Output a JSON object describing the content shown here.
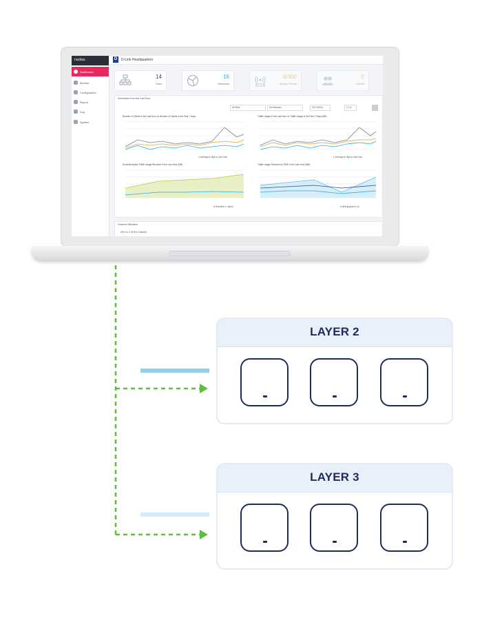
{
  "app": {
    "brand": "nuclias",
    "site_title": "D-Link Headquarters"
  },
  "sidebar": {
    "items": [
      {
        "label": "Dashboard",
        "active": true
      },
      {
        "label": "Monitor"
      },
      {
        "label": "Configuration"
      },
      {
        "label": "Report"
      },
      {
        "label": "Log"
      },
      {
        "label": "System"
      }
    ]
  },
  "stats": [
    {
      "value": "14",
      "label": "Sites"
    },
    {
      "value": "16",
      "label": "Networks"
    },
    {
      "value": "0/300",
      "label": "Access Points"
    },
    {
      "value": "0",
      "label": "Clients"
    }
  ],
  "panel": {
    "title": "Information from the Last Hour",
    "filter_site": "All Sites",
    "filter_network": "All Networks",
    "date": "2017/03/10",
    "time": "17:11"
  },
  "charts": [
    {
      "title": "Number of Clients in the Last Hour vs Number of Clients in the Past 7 Days",
      "legend": [
        "Average",
        "High",
        "Last Hour"
      ]
    },
    {
      "title": "Traffic Usage in the Last Hour vs Traffic Usage in the Past 7 Days (MB)",
      "legend": [
        "Average",
        "High",
        "Last Hour"
      ]
    },
    {
      "title": "Downlink/Uplink Traffic Usage Structure in the Last Hour (MB)",
      "legend": [
        "Downlink",
        "Uplink"
      ]
    },
    {
      "title": "Traffic Usage Structure by SSID in the Last Hour (MB)",
      "legend": [
        "dlink",
        "guest",
        "vk"
      ]
    }
  ],
  "channel": {
    "title": "Channel Utilization",
    "subtitle": "APs on 2.4GHz Channel"
  },
  "layers": [
    {
      "title": "LAYER 2"
    },
    {
      "title": "LAYER 3"
    }
  ],
  "colors": {
    "accent": "#e8285e",
    "navy": "#1d2a5c",
    "layer_bg": "#e8f0fa",
    "solid_link": "#2aa9e0",
    "dashed_link": "#5bbf3a"
  }
}
